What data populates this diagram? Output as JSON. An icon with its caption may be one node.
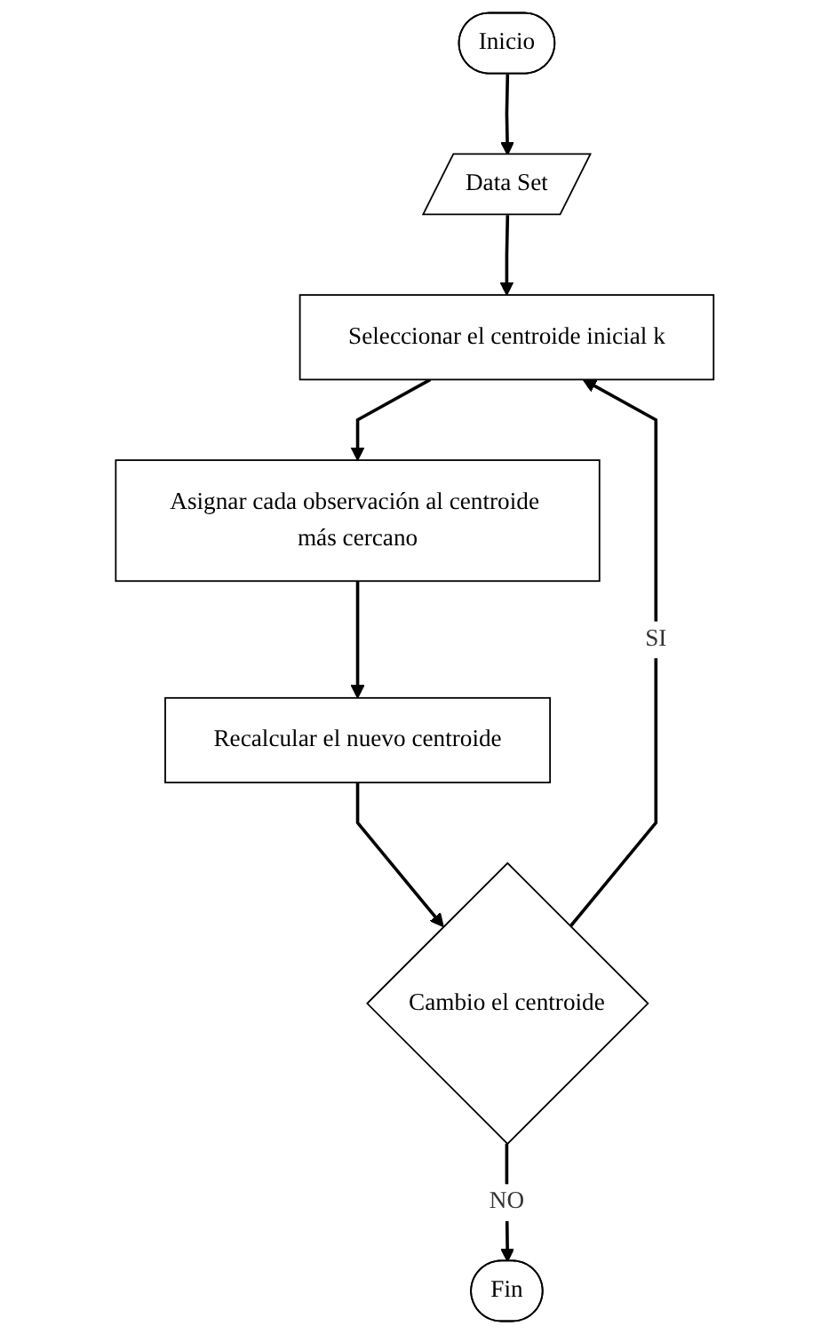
{
  "diagram": {
    "nodes": [
      {
        "text": [
          "Inicio"
        ]
      },
      {
        "text": [
          "Data Set"
        ]
      },
      {
        "text": [
          "Seleccionar el centroide inicial k"
        ]
      },
      {
        "text": [
          "Asignar cada observación al centroide más cercano"
        ]
      },
      {
        "text": [
          "Recalcular el nuevo centroide"
        ]
      },
      {
        "text": [
          "Cambio el centroide"
        ]
      },
      {
        "text": [
          "Fin"
        ]
      }
    ],
    "edges": [
      {
        "from": 0,
        "to": 1,
        "arrow": "to"
      },
      {
        "from": 1,
        "to": 2,
        "arrow": "to"
      },
      {
        "from": 2,
        "to": 3,
        "arrow": "to"
      },
      {
        "from": 3,
        "to": 4,
        "arrow": "to"
      },
      {
        "from": 4,
        "to": 5,
        "arrow": "to"
      },
      {
        "from": 5,
        "to": 6,
        "label": "NO",
        "arrow": "to"
      },
      {
        "from": 5,
        "to": 2,
        "label": "SI",
        "arrow": "to"
      }
    ]
  }
}
